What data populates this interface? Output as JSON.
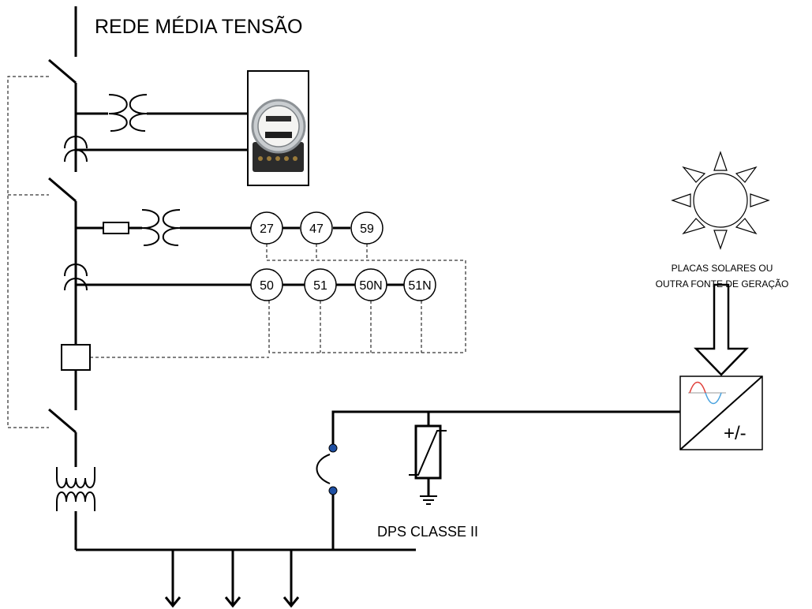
{
  "title": "REDE MÉDIA TENSÃO",
  "solar_label": {
    "line1": "PLACAS SOLARES OU",
    "line2": "OUTRA FONTE DE GERAÇÃO"
  },
  "inverter_label": "+/-",
  "dps_label": "DPS CLASSE II",
  "relays_row1": [
    "27",
    "47",
    "59"
  ],
  "relays_row2": [
    "50",
    "51",
    "50N",
    "51N"
  ],
  "colors": {
    "line": "#000000",
    "sine_red": "#e0403a",
    "sine_blue": "#4aa3df",
    "terminal": "#1e4fa3"
  }
}
